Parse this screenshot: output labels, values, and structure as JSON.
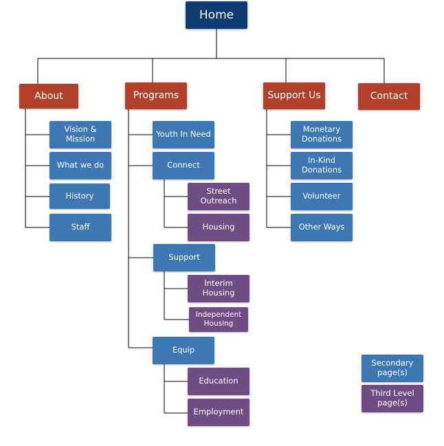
{
  "home": "Home",
  "about": {
    "label": "About",
    "items": [
      "Vision & Mission",
      "What we do",
      "History",
      "Staff"
    ]
  },
  "programs": {
    "label": "Programs",
    "youth_in_need": "Youth In Need",
    "connect": {
      "label": "Connect",
      "items": [
        "Street\nOutreach",
        "Housing"
      ]
    },
    "support": {
      "label": "Support",
      "items": [
        "Interim\nHousing",
        "Independent\nHousing"
      ]
    },
    "equip": {
      "label": "Equip",
      "items": [
        "Education",
        "Employment"
      ]
    }
  },
  "support_us": {
    "label": "Support Us",
    "items": [
      "Monetary\nDonations",
      "In-Kind\nDonations",
      "Volunteer",
      "Other Ways"
    ]
  },
  "contact": "Contact",
  "legend": {
    "secondary": "Secondary\npage(s)",
    "third_level": "Third Level\npage(s)"
  },
  "colors": {
    "home": "#0d3b72",
    "main": "#b0402a",
    "secondary": "#3d78b5",
    "third": "#704c85",
    "connector": "#000000"
  }
}
